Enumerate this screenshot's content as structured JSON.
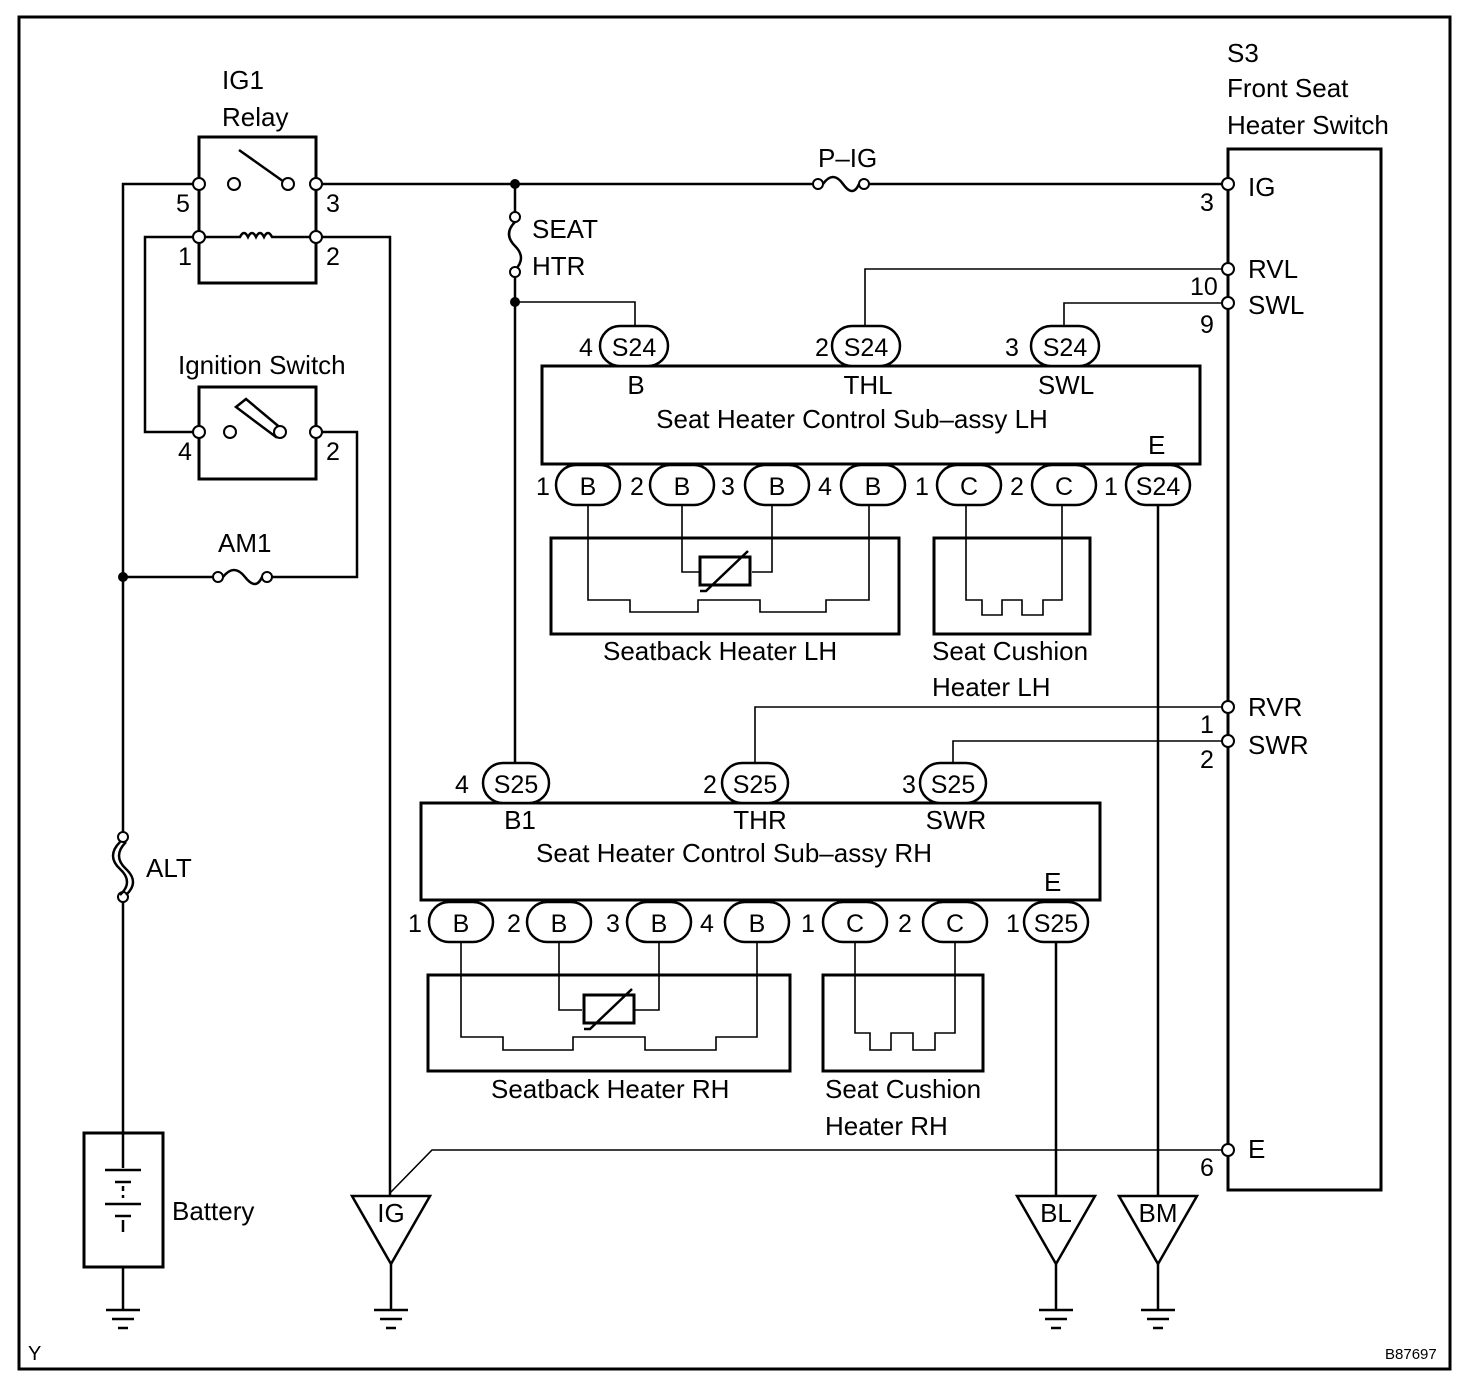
{
  "ig1_relay": {
    "name": "IG1",
    "sub": "Relay",
    "pins": [
      "5",
      "3",
      "1",
      "2"
    ]
  },
  "ignition_switch": {
    "label": "Ignition Switch",
    "pins": [
      "4",
      "2"
    ]
  },
  "fuses": {
    "am1": "AM1",
    "alt": "ALT",
    "p_ig": "P–IG",
    "seat_htr_1": "SEAT",
    "seat_htr_2": "HTR"
  },
  "battery": {
    "label": "Battery"
  },
  "front_switch": {
    "code": "S3",
    "name_1": "Front Seat",
    "name_2": "Heater Switch",
    "terminals": {
      "ig": {
        "name": "IG",
        "pin": "3"
      },
      "rvl": {
        "name": "RVL",
        "pin": "10"
      },
      "swl": {
        "name": "SWL",
        "pin": "9"
      },
      "rvr": {
        "name": "RVR",
        "pin": "1"
      },
      "swr": {
        "name": "SWR",
        "pin": "2"
      },
      "e": {
        "name": "E",
        "pin": "6"
      }
    }
  },
  "ctrl_lh": {
    "title": "Seat Heater Control Sub–assy LH",
    "connector": "S24",
    "top_pins": [
      {
        "pin": "4",
        "term": "B"
      },
      {
        "pin": "2",
        "term": "THL"
      },
      {
        "pin": "3",
        "term": "SWL"
      }
    ],
    "ground_term": "E",
    "ground_pin": "1",
    "bottom": [
      {
        "pin": "1",
        "conn": "B"
      },
      {
        "pin": "2",
        "conn": "B"
      },
      {
        "pin": "3",
        "conn": "B"
      },
      {
        "pin": "4",
        "conn": "B"
      },
      {
        "pin": "1",
        "conn": "C"
      },
      {
        "pin": "2",
        "conn": "C"
      }
    ]
  },
  "ctrl_rh": {
    "title": "Seat Heater Control Sub–assy RH",
    "connector": "S25",
    "top_pins": [
      {
        "pin": "4",
        "term": "B1"
      },
      {
        "pin": "2",
        "term": "THR"
      },
      {
        "pin": "3",
        "term": "SWR"
      }
    ],
    "ground_term": "E",
    "ground_pin": "1",
    "bottom": [
      {
        "pin": "1",
        "conn": "B"
      },
      {
        "pin": "2",
        "conn": "B"
      },
      {
        "pin": "3",
        "conn": "B"
      },
      {
        "pin": "4",
        "conn": "B"
      },
      {
        "pin": "1",
        "conn": "C"
      },
      {
        "pin": "2",
        "conn": "C"
      }
    ]
  },
  "heaters": {
    "seatback_lh": "Seatback Heater LH",
    "cushion_lh_1": "Seat Cushion",
    "cushion_lh_2": "Heater LH",
    "seatback_rh": "Seatback Heater RH",
    "cushion_rh_1": "Seat Cushion",
    "cushion_rh_2": "Heater RH"
  },
  "grounds": {
    "ig": "IG",
    "bl": "BL",
    "bm": "BM"
  },
  "corner": {
    "left": "Y",
    "right": "B87697"
  }
}
